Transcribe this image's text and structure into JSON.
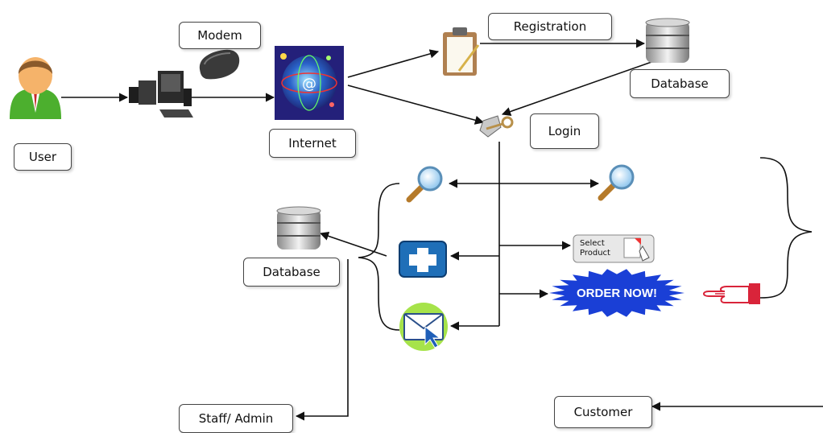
{
  "labels": {
    "modem": "Modem",
    "registration": "Registration",
    "database_top": "Database",
    "user": "User",
    "internet": "Internet",
    "login": "Login",
    "database_left": "Database",
    "staff_admin": "Staff/ Admin",
    "customer": "Customer"
  },
  "graphics": {
    "select_product": "Select\nProduct",
    "order_now": "ORDER NOW!"
  },
  "colors": {
    "line": "#111111",
    "order_badge": "#1a3fd6",
    "plus_button": "#1f6fb8",
    "pointing_hand": "#d9243a",
    "user_shirt": "#4caf2e"
  }
}
